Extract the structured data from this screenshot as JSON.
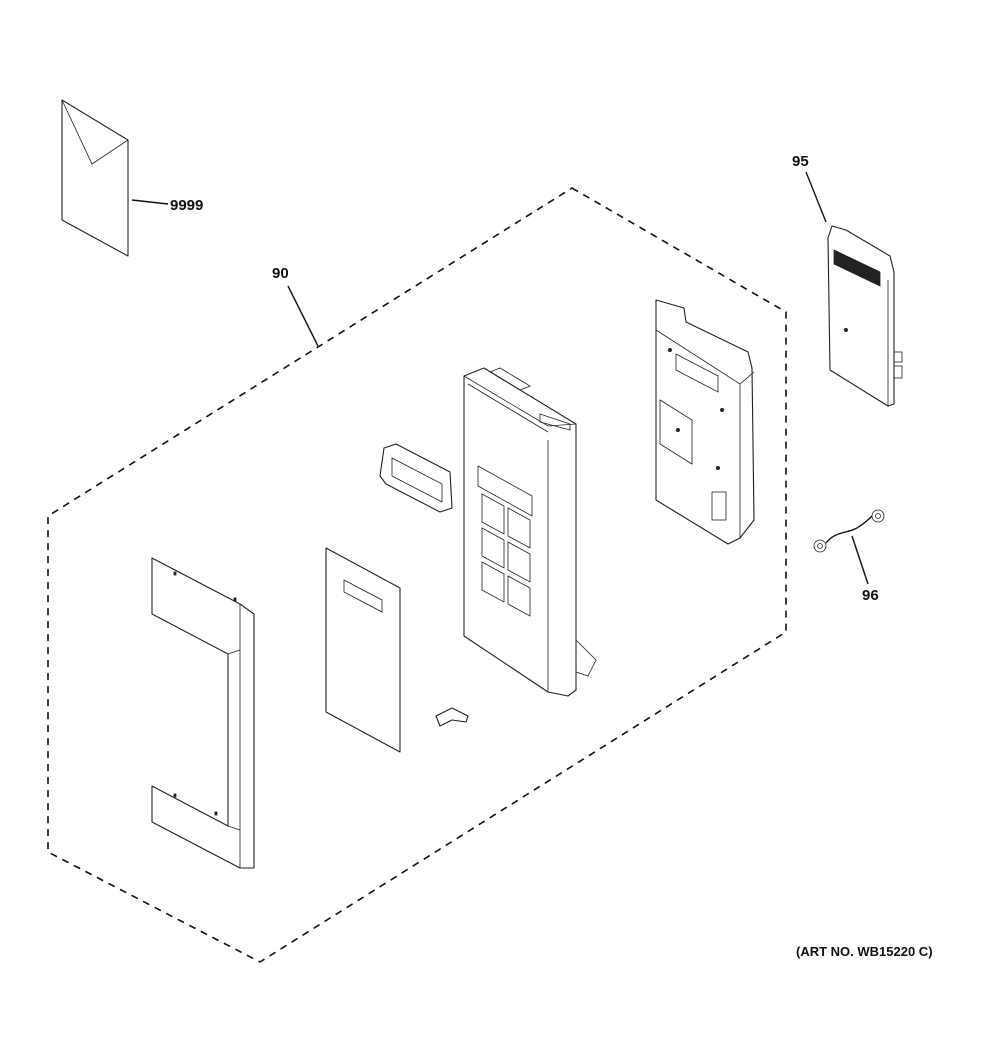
{
  "diagram": {
    "callouts": [
      {
        "id": "9999",
        "label": "9999"
      },
      {
        "id": "90",
        "label": "90"
      },
      {
        "id": "95",
        "label": "95"
      },
      {
        "id": "96",
        "label": "96"
      }
    ],
    "art_number": "(ART NO. WB15220 C)"
  }
}
